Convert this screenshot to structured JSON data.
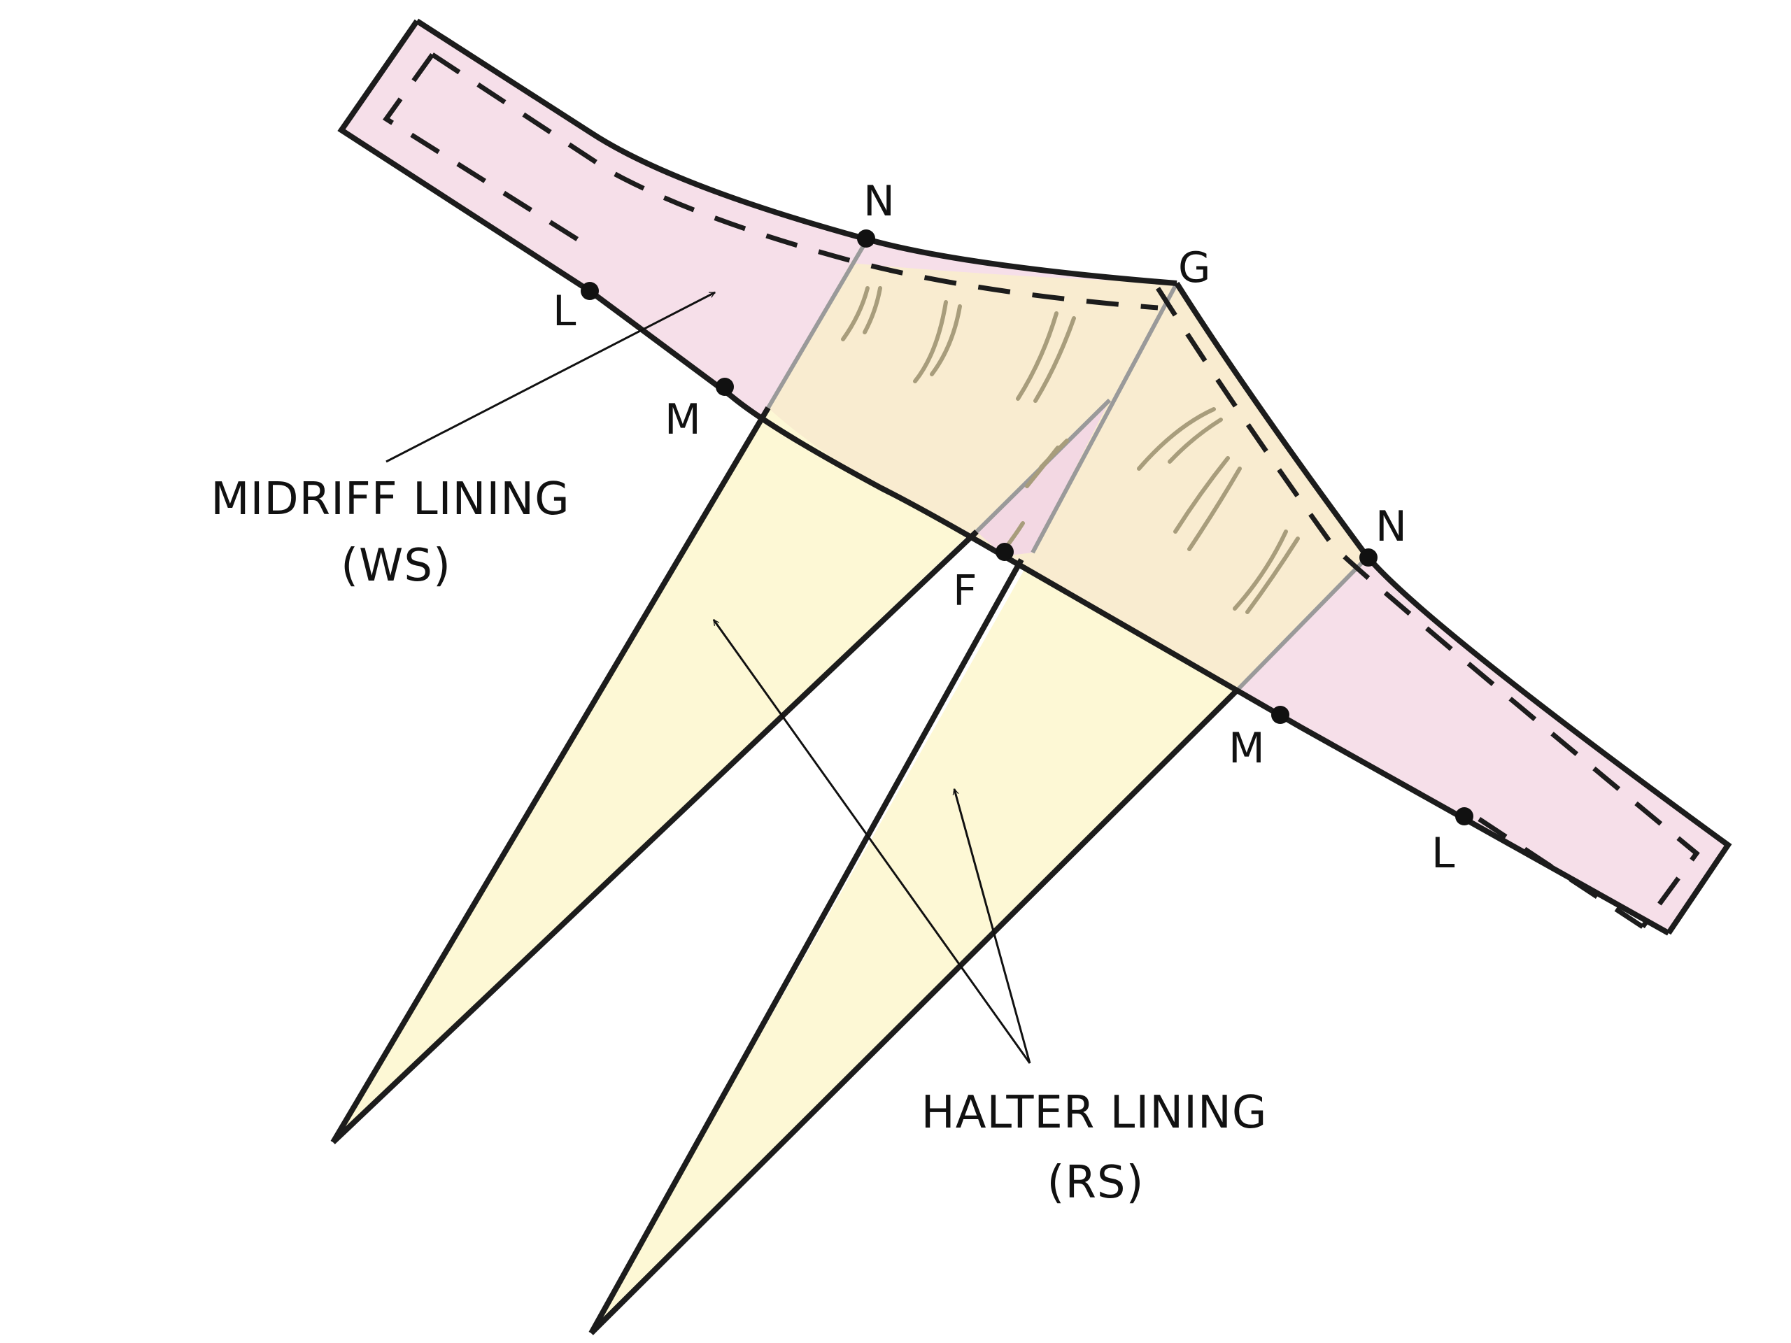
{
  "colors": {
    "midriff_fill": "#f6dfe9",
    "halter_fill": "#fdf8d5",
    "overlap_fill": "#f9ecd0",
    "outline": "#1c1c1c",
    "hidden_edge": "#9a9a9a",
    "tuck_marks": "#a89d7c"
  },
  "points": {
    "n_left": "N",
    "g": "G",
    "l_left": "L",
    "m_left": "M",
    "f": "F",
    "n_right": "N",
    "m_right": "M",
    "l_right": "L"
  },
  "captions": {
    "midriff": {
      "line1": "MIDRIFF LINING",
      "line2": "(WS)"
    },
    "halter": {
      "line1": "HALTER LINING",
      "line2": "(RS)"
    }
  }
}
